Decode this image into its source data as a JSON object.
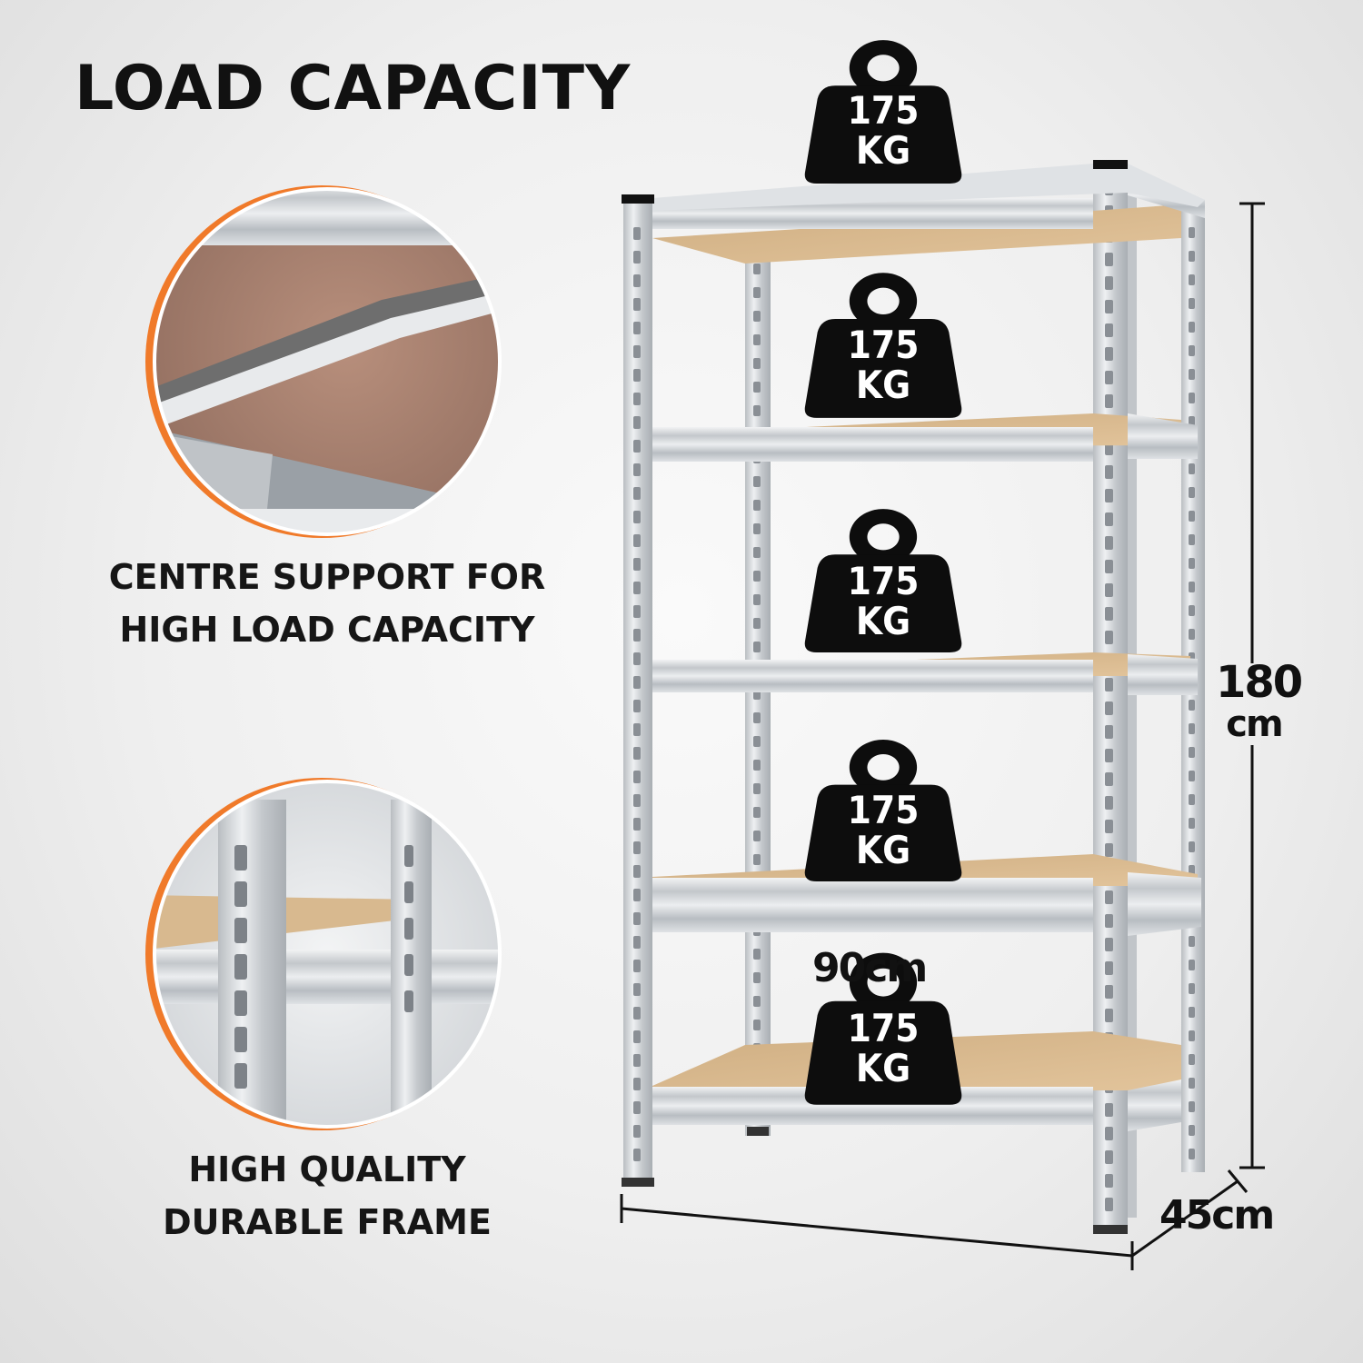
{
  "title": "LOAD CAPACITY",
  "features": [
    {
      "line1": "CENTRE SUPPORT FOR",
      "line2": "HIGH LOAD CAPACITY"
    },
    {
      "line1": "HIGH QUALITY",
      "line2": "DURABLE FRAME"
    }
  ],
  "dimensions": {
    "height_value": "180",
    "height_unit": "cm",
    "width": "90cm",
    "depth": "45cm"
  },
  "weights": [
    {
      "value": "175",
      "unit": "KG"
    },
    {
      "value": "175",
      "unit": "KG"
    },
    {
      "value": "175",
      "unit": "KG"
    },
    {
      "value": "175",
      "unit": "KG"
    },
    {
      "value": "175",
      "unit": "KG"
    }
  ],
  "colors": {
    "accent": "#f07a2a",
    "weight_fill": "#0d0d0d",
    "board": "#d6b58a",
    "steel": "#d0d3d6"
  }
}
